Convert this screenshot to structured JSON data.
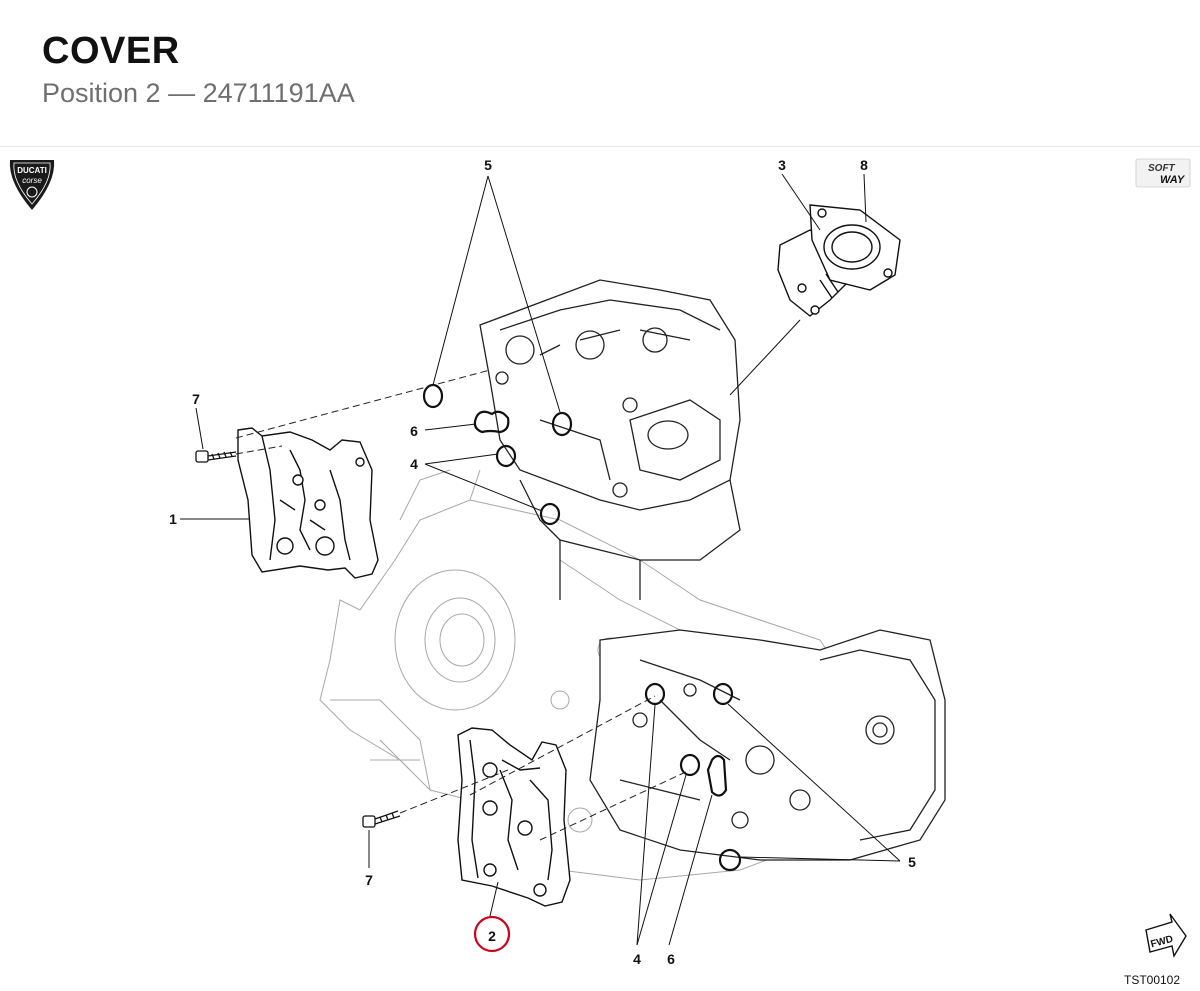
{
  "header": {
    "title": "COVER",
    "subtitle": "Position 2 — 24711191AA"
  },
  "logos": {
    "left_brand_top": "DUCATI",
    "left_brand_bottom": "corse",
    "right_brand_top": "SOFT",
    "right_brand_bottom": "WAY"
  },
  "callouts": {
    "c5_top": "5",
    "c3": "3",
    "c8": "8",
    "c7_left": "7",
    "c6_left": "6",
    "c4_left": "4",
    "c1": "1",
    "c7_bottom": "7",
    "c2_selected": "2",
    "c4_bottom": "4",
    "c6_bottom": "6",
    "c5_right": "5"
  },
  "footer": {
    "fwd": "FWD",
    "drawing_code": "TST00102"
  },
  "colors": {
    "highlight": "#d0021b",
    "line": "#111111",
    "ghost": "#9a9a9a"
  }
}
